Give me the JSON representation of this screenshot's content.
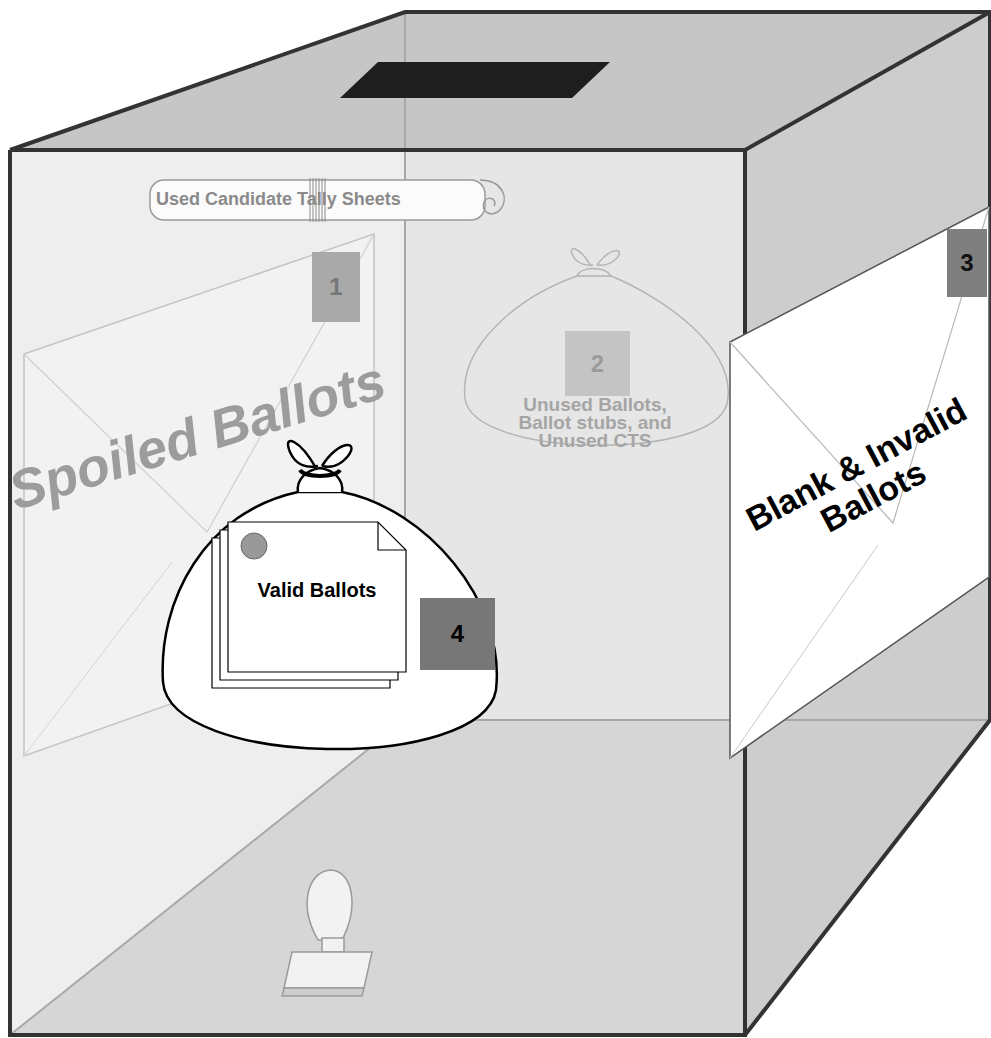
{
  "diagram": {
    "nodes": [
      {
        "text": [
          "Used Candidate Tally Sheets"
        ]
      },
      {
        "text": [
          "Spoiled Ballots"
        ]
      },
      {
        "text": [
          "1"
        ],
        "in": 1
      },
      {
        "text": [
          "Unused Ballots, Ballot stubs, and Unused CTS"
        ]
      },
      {
        "text": [
          "2"
        ],
        "in": 3
      },
      {
        "text": [
          "Blank & Invalid Ballots"
        ]
      },
      {
        "text": [
          "3"
        ],
        "in": 5
      },
      {
        "text": [
          "Valid Ballots"
        ]
      },
      {
        "text": [
          "4"
        ]
      }
    ]
  }
}
